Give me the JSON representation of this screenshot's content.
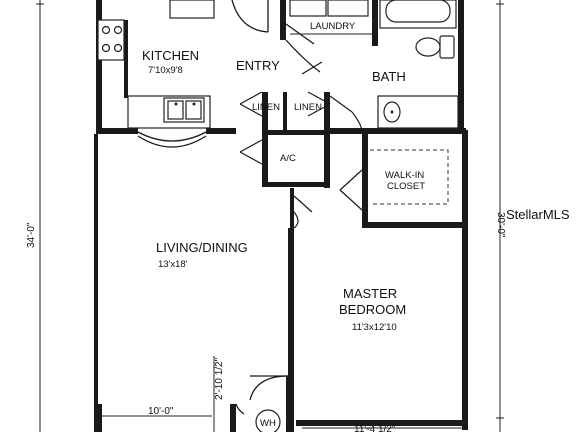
{
  "rooms": {
    "kitchen": {
      "name": "KITCHEN",
      "size": "7'10x9'8"
    },
    "entry": {
      "name": "ENTRY"
    },
    "laundry": {
      "name": "LAUNDRY"
    },
    "bath": {
      "name": "BATH"
    },
    "linen_1": {
      "name": "LINEN"
    },
    "linen_2": {
      "name": "LINEN"
    },
    "ac": {
      "name": "A/C"
    },
    "walk_in_closet": {
      "line1": "WALK-IN",
      "line2": "CLOSET"
    },
    "living_dining": {
      "name": "LIVING/DINING",
      "size": "13'x18'"
    },
    "master_bedroom": {
      "line1": "MASTER",
      "line2": "BEDROOM",
      "size": "11'3x12'10"
    },
    "water_heater": {
      "name": "WH"
    }
  },
  "dimensions": {
    "left_total": "34'-0\"",
    "right_total": "30'-0\"",
    "door_width": "2'-10 1/2\"",
    "bottom_left": "10'-0\"",
    "bottom_right": "11'-4 1/2\""
  },
  "watermark": "StellarMLS"
}
